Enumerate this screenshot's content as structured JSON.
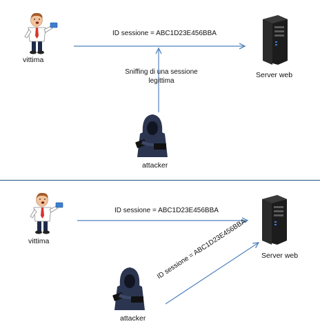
{
  "top": {
    "victim_label": "vittima",
    "session_id_label": "ID sessione = ABC1D23E456BBA",
    "sniffing_label": "Sniffing di una sessione legittima",
    "server_label": "Server web",
    "attacker_label": "attacker"
  },
  "bottom": {
    "victim_label": "vittima",
    "session_id_label": "ID sessione = ABC1D23E456BBA",
    "attacker_session_label": "ID sessione = ABC1D23E456BBA",
    "server_label": "Server web",
    "attacker_label": "attacker"
  },
  "colors": {
    "arrow": "#4f81bd",
    "divider": "#1f4f86",
    "server_body": "#1c1c1c",
    "hoodie": "#2b3550",
    "victim_shirt": "#ffffff",
    "victim_tie": "#d9342b",
    "card": "#3c7fd1"
  }
}
